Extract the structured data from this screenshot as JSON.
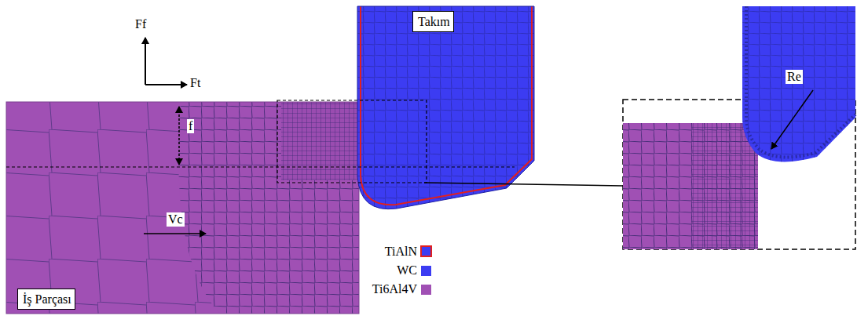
{
  "diagram": {
    "nodes": [
      {
        "text": [
          "Takım"
        ]
      },
      {
        "text": [
          "İş Parçası"
        ]
      }
    ],
    "labels": [
      "Ff",
      "Ft",
      "f",
      "Vc",
      "Re"
    ],
    "legend": [
      {
        "text": "TiAlN"
      },
      {
        "text": "WC",
        "color": "#3c3cf2"
      },
      {
        "text": "Ti6Al4V",
        "color": "#a050b4"
      }
    ]
  }
}
